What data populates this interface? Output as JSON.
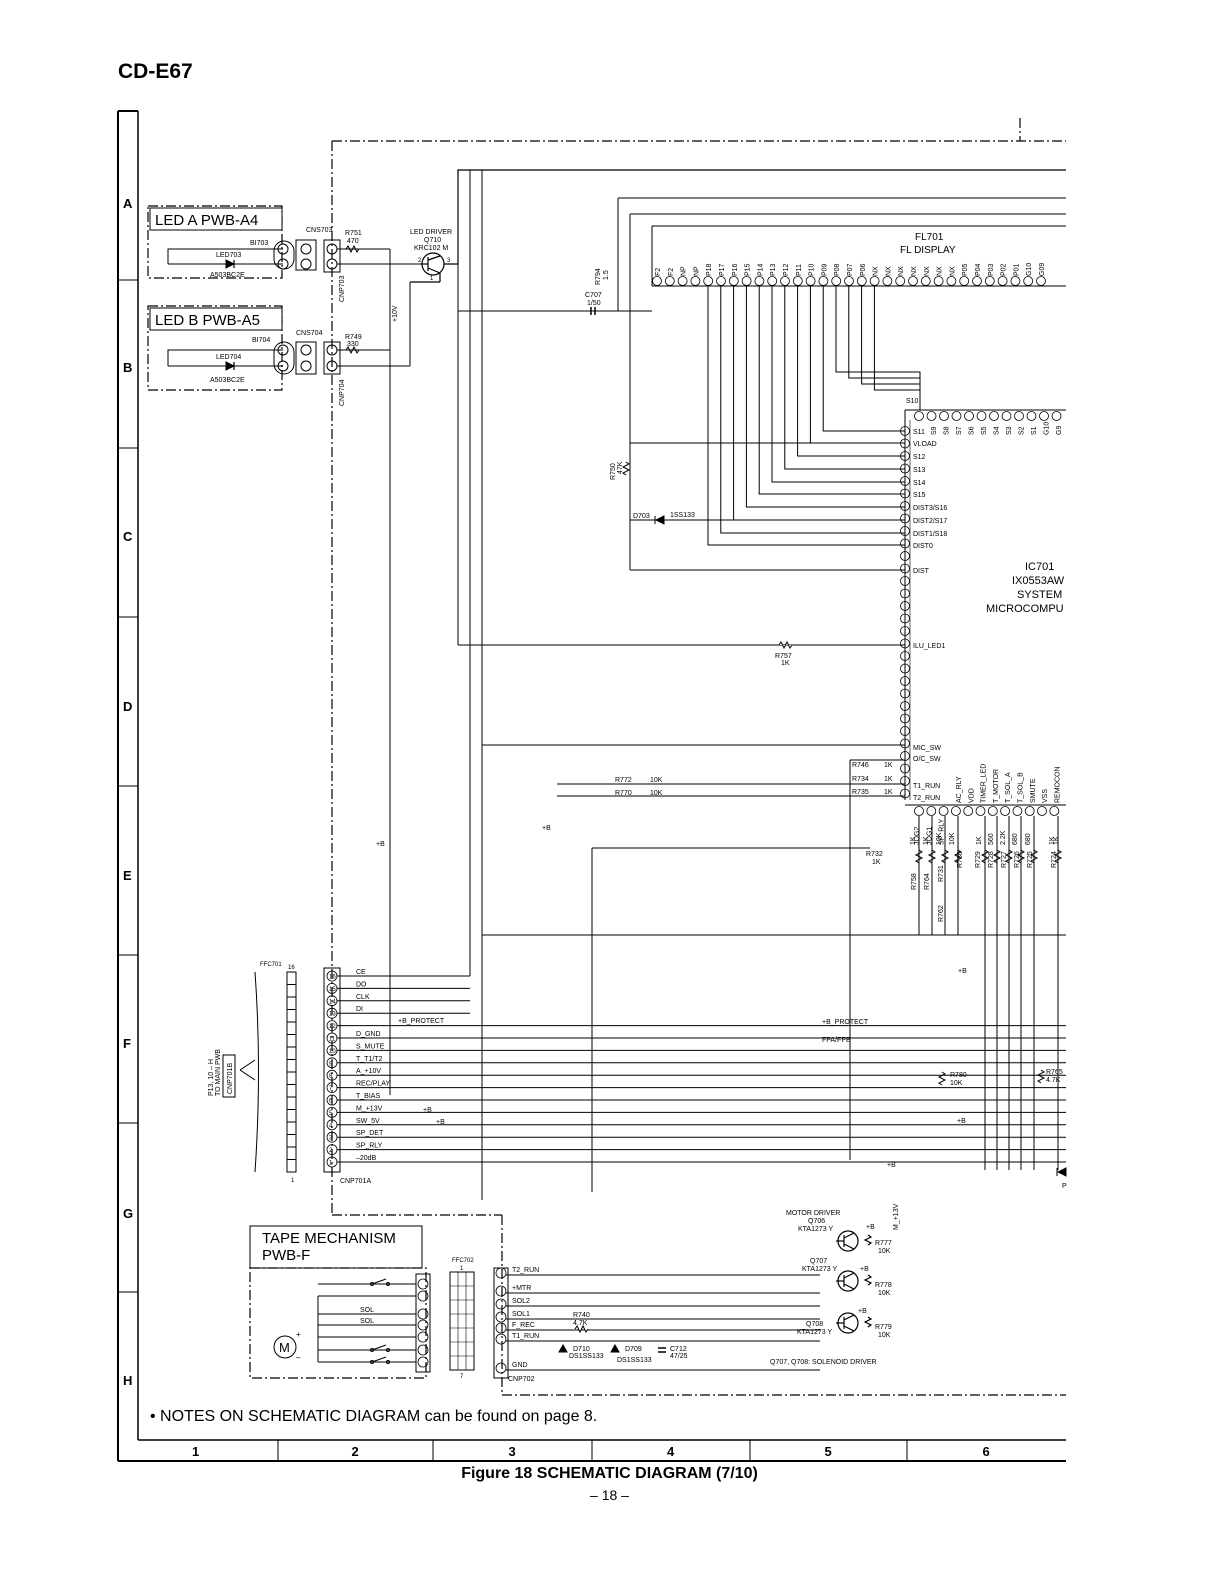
{
  "header": {
    "model": "CD-E67"
  },
  "grid": {
    "rows": [
      "A",
      "B",
      "C",
      "D",
      "E",
      "F",
      "G",
      "H"
    ],
    "cols": [
      "1",
      "2",
      "3",
      "4",
      "5",
      "6"
    ]
  },
  "boards": {
    "led_a": {
      "title": "LED A PWB-A4",
      "connector": "BI703",
      "led": "LED703",
      "part": "A503BC2E"
    },
    "led_b": {
      "title": "LED B PWB-A5",
      "connector": "BI704",
      "led": "LED704",
      "part": "A503BC2E"
    },
    "tape": {
      "title_line1": "TAPE MECHANISM",
      "title_line2": "PWB-F",
      "sol1": "SOL",
      "sol2": "SOL",
      "motor": "M",
      "plus": "+",
      "minus": "–"
    }
  },
  "connectors": {
    "cns703": "CNS703",
    "cnp703": "CNP703",
    "cns704": "CNS704",
    "cnp704": "CNP704",
    "ffc701": "FFC701",
    "ffc701_pin_top": "16",
    "ffc701_pin_bottom": "1",
    "to_main_line1": "P13, 10 – H",
    "to_main_line2": "TO MAIN PWB",
    "cnp701b": "CNP701B",
    "cnp701a": "CNP701A",
    "ffc702": "FFC702",
    "ffc702_pin_top": "1",
    "ffc702_pin_bottom": "7",
    "cnp702": "CNP702"
  },
  "components": {
    "r751": "R751",
    "r751_val": "470",
    "r749": "R749",
    "r749_val": "330",
    "led_driver": "LED DRIVER",
    "q710": "Q710",
    "q710_part": "KRC102 M",
    "plus10v": "+10V",
    "r794": "R794",
    "r794_val": "1.5",
    "c707": "C707",
    "c707_val": "1/50",
    "fl701": "FL701",
    "fl_display": "FL DISPLAY",
    "r750": "R750",
    "r750_val": "47K",
    "d703": "D703",
    "d703_part": "1SS133",
    "r757": "R757",
    "r757_val": "1K",
    "ic701": "IC701",
    "ic701_part": "IX0553AW",
    "ic701_desc1": "SYSTEM",
    "ic701_desc2": "MICROCOMPU",
    "r746": "R746",
    "r746_val": "1K",
    "r772": "R772",
    "r772_val": "10K",
    "r770": "R770",
    "r770_val": "10K",
    "r734": "R734",
    "r734_val": "1K",
    "r735": "R735",
    "r735_val": "1K",
    "r732": "R732",
    "r732_val": "1K",
    "r758": "R758",
    "r764": "R764",
    "r730": "R730",
    "r731": "R731",
    "r762": "R762",
    "r729": "R729",
    "r728": "R728",
    "r727": "R727",
    "r726": "R726",
    "r725": "R725",
    "r724": "R724",
    "r780": "R780",
    "r780_val": "10K",
    "r765": "R765",
    "r765_val": "4.7K",
    "plus_b": "+B",
    "b_protect": "+B_PROTECT",
    "fpa_fpb": "FPA/FPB",
    "motor_driver": "MOTOR DRIVER",
    "q706": "Q706",
    "q706_part": "KTA1273 Y",
    "q707": "Q707",
    "q707_part": "KTA1273 Y",
    "q708": "Q708",
    "q708_part": "KTA1273 Y",
    "r777": "R777",
    "r777_val": "10K",
    "r778": "R778",
    "r778_val": "10K",
    "r779": "R779",
    "r779_val": "10K",
    "m13v": "M_+13V",
    "solenoid_note": "Q707, Q708: SOLENOID DRIVER",
    "r740": "R740",
    "r740_val": "4.7K",
    "d710": "D710",
    "d710_part": "DS1SS133",
    "d709": "D709",
    "d709_part": "DS1SS133",
    "c712": "C712",
    "c712_val": "47/25",
    "p_right": "P"
  },
  "fl_pins": [
    "F2",
    "F2",
    "NP",
    "NP",
    "P18",
    "P17",
    "P16",
    "P15",
    "P14",
    "P13",
    "P12",
    "P11",
    "P10",
    "P09",
    "P08",
    "P07",
    "P06",
    "NX",
    "NX",
    "NX",
    "NX",
    "NX",
    "NX",
    "NX",
    "P05",
    "P04",
    "P03",
    "P02",
    "P01",
    "G10",
    "G09"
  ],
  "s_row": [
    "S10",
    "S9",
    "S8",
    "S7",
    "S6",
    "S5",
    "S4",
    "S3",
    "S2",
    "S1",
    "G10",
    "G9"
  ],
  "ic_left_pins": [
    "S11",
    "VLOAD",
    "S12",
    "S13",
    "S14",
    "S15",
    "DIST3/S16",
    "DIST2/S17",
    "DIST1/S18",
    "DIST0"
  ],
  "ic_other_pins": {
    "dist": "DIST",
    "ilu": "ILU_LED1",
    "mic": "MIC_SW",
    "oc": "O/C_SW",
    "t1": "T1_RUN",
    "t2": "T2_RUN"
  },
  "ic_bottom_pins": [
    "AC_RLY",
    "VDD",
    "TIMER_LED",
    "T_MOTOR",
    "T_SOL_A",
    "T_SOL_B",
    "SMUTE",
    "VSS",
    "REMOCON"
  ],
  "ic_bottom_left": [
    "JOG2",
    "JOG1",
    "SP_RLY"
  ],
  "bottom_res_vals": [
    "1K",
    "1K",
    "10K",
    "10K",
    "1K",
    "560",
    "2.2K",
    "680",
    "680",
    "1K",
    "1K"
  ],
  "cnp701_pins": [
    "CE",
    "DO",
    "CLK",
    "DI",
    "",
    "D_GND",
    "S_MUTE",
    "T_T1/T2",
    "A_+10V",
    "REC/PLAY",
    "T_BIAS",
    "M_+13V",
    "SW_5V",
    "SP_DET",
    "SP_RLY",
    "–20dB"
  ],
  "cnp702_pins": [
    "T2_RUN",
    "+MTR",
    "SOL2",
    "SOL1",
    "F_REC",
    "T1_RUN",
    "GND"
  ],
  "notes": "• NOTES ON SCHEMATIC DIAGRAM can be found on page 8.",
  "caption": "Figure 18 SCHEMATIC DIAGRAM (7/10)",
  "page_number": "– 18 –"
}
